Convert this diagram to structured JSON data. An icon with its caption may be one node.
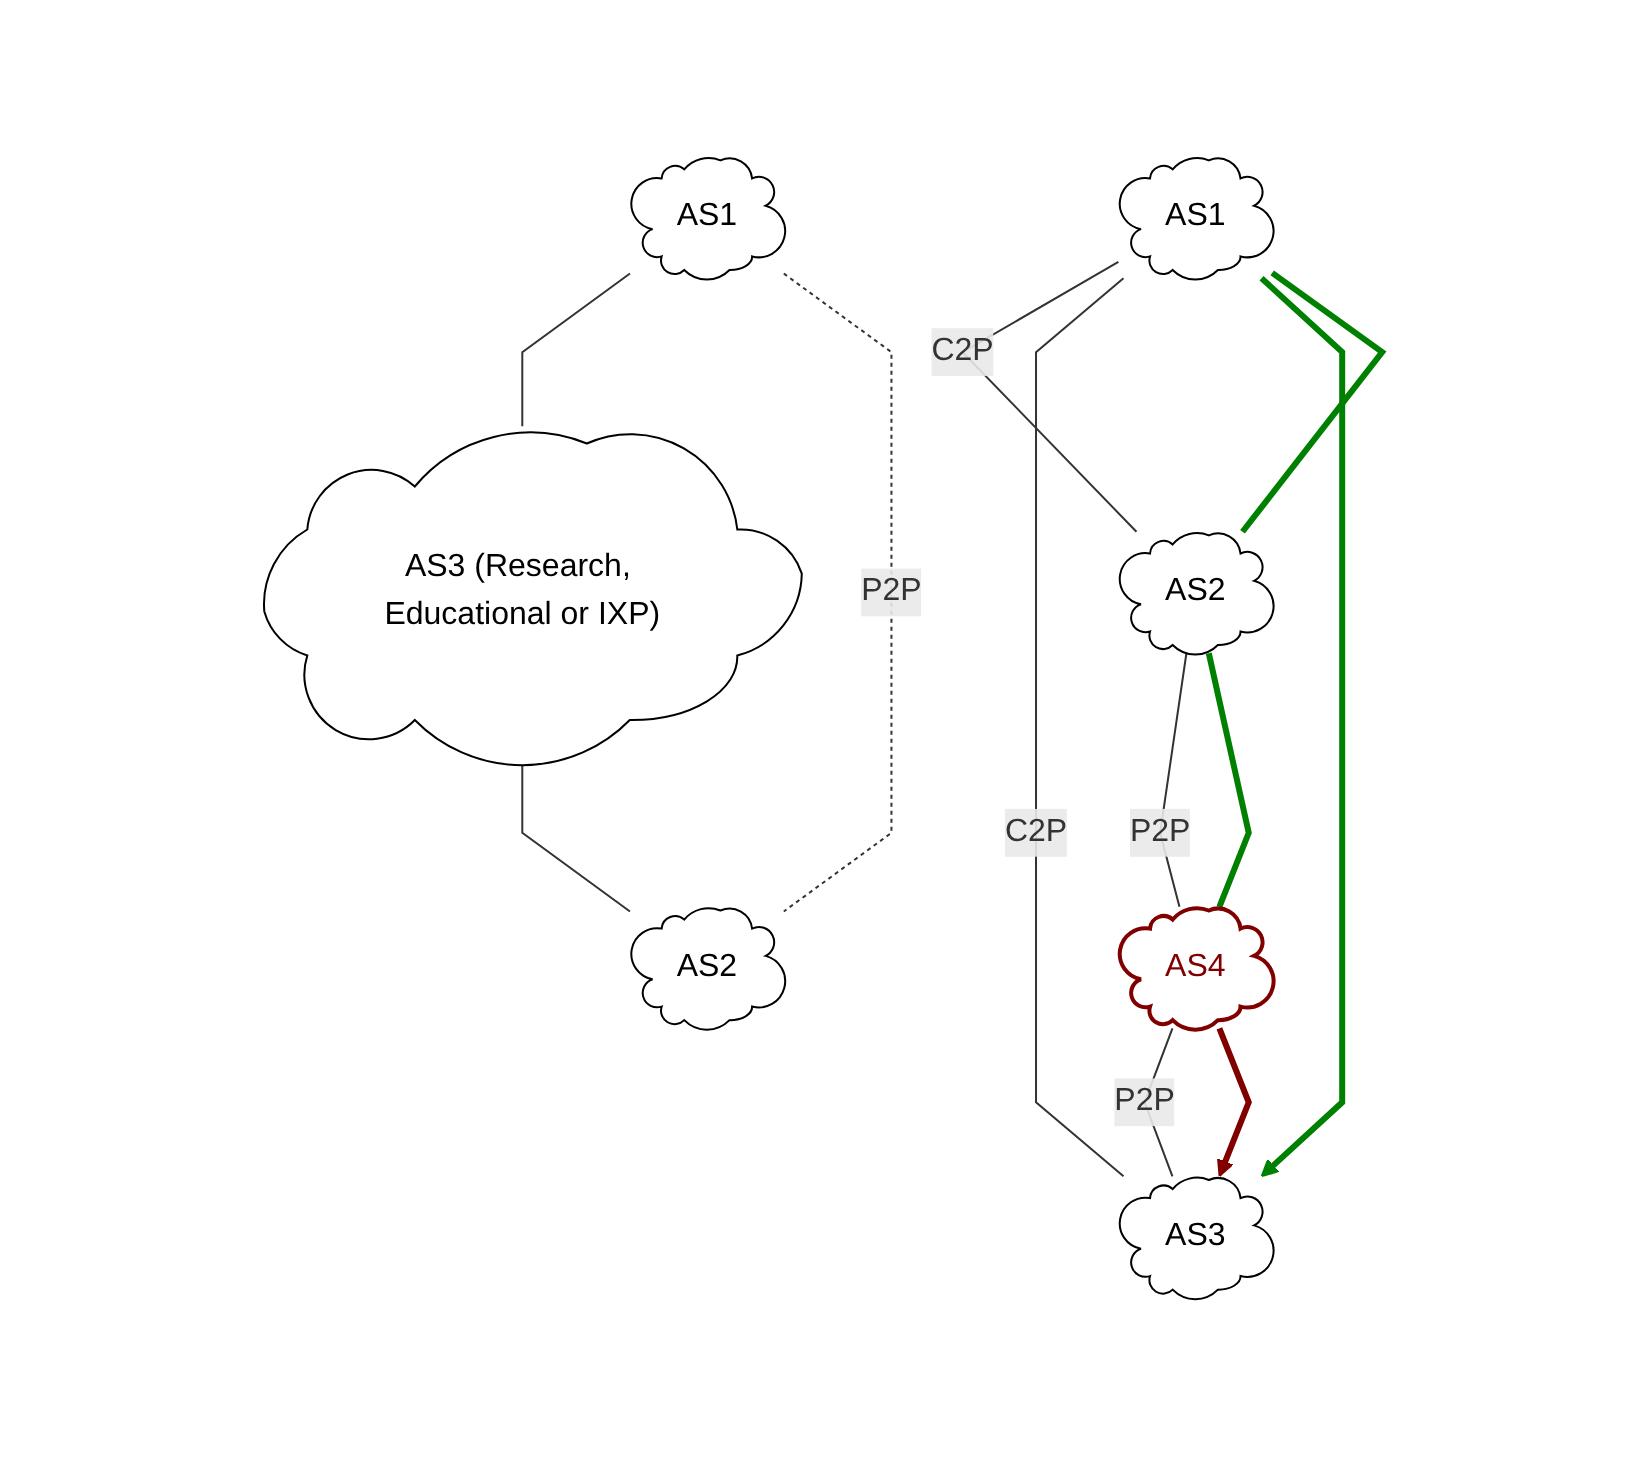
{
  "diagram": {
    "nodes": [
      {
        "text": [
          "AS1"
        ]
      },
      {
        "text": [
          "AS2"
        ]
      },
      {
        "text": [
          "AS4"
        ]
      },
      {
        "text": [
          "AS3"
        ]
      },
      {
        "text": [
          "AS1"
        ]
      },
      {
        "text": [
          "AS3 (Research, Educational or IXP)"
        ]
      },
      {
        "text": [
          "AS2"
        ]
      }
    ],
    "edges": [
      {
        "from": 0,
        "to": 1,
        "arrow": "none",
        "label": "C2P"
      },
      {
        "from": 0,
        "to": 3,
        "arrow": "none",
        "label": "C2P"
      },
      {
        "from": 1,
        "to": 2,
        "arrow": "none",
        "label": "P2P"
      },
      {
        "from": 2,
        "to": 3,
        "arrow": "none",
        "label": "P2P"
      },
      {
        "from": 1,
        "to": 0,
        "arrow": "none",
        "style": "thick",
        "color": "#008000"
      },
      {
        "from": 0,
        "to": 3,
        "arrow": "to",
        "style": "thick",
        "color": "#008000"
      },
      {
        "from": 1,
        "to": 2,
        "arrow": "none",
        "style": "thick",
        "color": "#008000"
      },
      {
        "from": 2,
        "to": 3,
        "arrow": "to",
        "style": "thick",
        "color": "#800000"
      },
      {
        "from": 4,
        "to": 5,
        "arrow": "none"
      },
      {
        "from": 5,
        "to": 6,
        "arrow": "none"
      },
      {
        "from": 4,
        "to": 6,
        "arrow": "none",
        "style": "dashed",
        "label": "P2P"
      }
    ]
  }
}
